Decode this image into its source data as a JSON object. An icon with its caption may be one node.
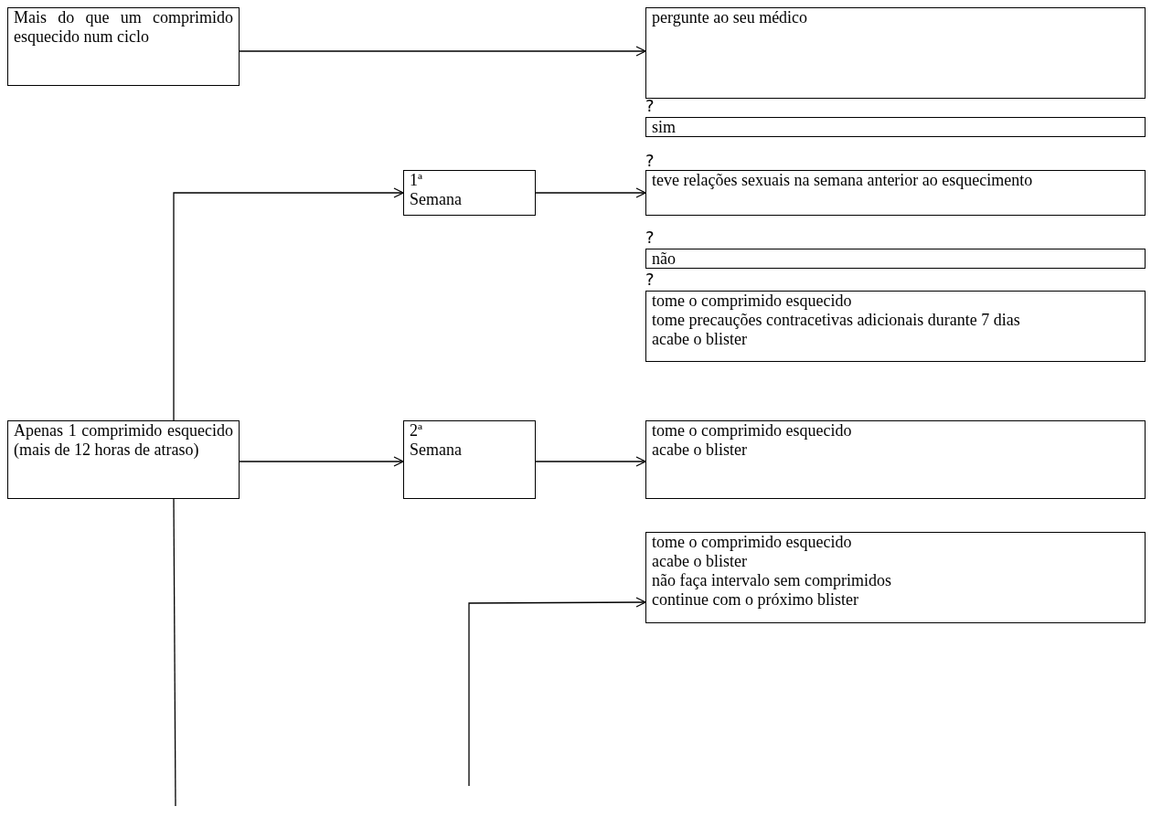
{
  "diagram": {
    "nodes": [
      {
        "text": [
          "Mais do que um comprimido esquecido num ciclo"
        ]
      },
      {
        "text": [
          "pergunte ao seu médico"
        ]
      },
      {
        "text": [
          "sim"
        ]
      },
      {
        "text": [
          "1ª Semana"
        ]
      },
      {
        "text": [
          "teve relações sexuais na semana anterior ao esquecimento"
        ]
      },
      {
        "text": [
          "não"
        ]
      },
      {
        "text": [
          "tome o comprimido esquecido",
          "tome precauções contracetivas adicionais durante 7 dias",
          "acabe o blister"
        ]
      },
      {
        "text": [
          "Apenas 1 comprimido esquecido (mais de 12 horas de atraso)"
        ]
      },
      {
        "text": [
          "2ª Semana"
        ]
      },
      {
        "text": [
          "tome o comprimido esquecido",
          "acabe o blister"
        ]
      },
      {
        "text": [
          "tome o comprimido esquecido",
          "acabe o blister",
          "não faça intervalo sem comprimidos",
          "continue com o próximo blister"
        ]
      }
    ],
    "edges": [
      {
        "from": 0,
        "to": 1,
        "arrow": "to"
      },
      {
        "from": 7,
        "to": 3,
        "arrow": "to"
      },
      {
        "from": 3,
        "to": 4,
        "arrow": "to"
      },
      {
        "from": 7,
        "to": 8,
        "arrow": "to"
      },
      {
        "from": 8,
        "to": 9,
        "arrow": "to"
      },
      {
        "from": 7,
        "to": null,
        "arrow": "none"
      },
      {
        "from": null,
        "to": 10,
        "arrow": "to"
      }
    ],
    "labels": [
      "?",
      "?",
      "?",
      "?"
    ]
  }
}
